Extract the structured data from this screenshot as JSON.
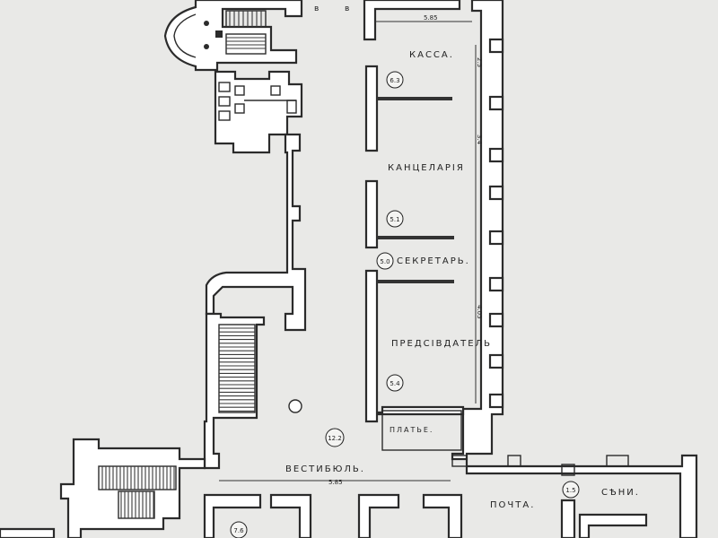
{
  "rooms": {
    "kassa": "КАССА.",
    "kantselyariya": "КАНЦЕЛАРІЯ",
    "sekretar": "СЕКРЕТАРЬ.",
    "predsedatel": "ПРЕДСІВДАТЕЛЬ",
    "platye": "ПЛАТЬЕ.",
    "vestibyul": "ВЕСТИБЮЛЬ.",
    "pochta": "ПОЧТА.",
    "seni": "СѢНИ."
  },
  "badges": {
    "b63": "6.3",
    "b51": "5.1",
    "b50": "5.0",
    "b54": "5.4",
    "b122": "12.2",
    "b15": "1.5",
    "b76": "7.6"
  },
  "dimensions": {
    "top_width": "5.85",
    "vestibule_width": "5.85",
    "side_1": "2.5",
    "side_2": "3.4",
    "side_3": "4.05"
  },
  "glyphs": {
    "north_b": "в",
    "north_v": "в"
  }
}
